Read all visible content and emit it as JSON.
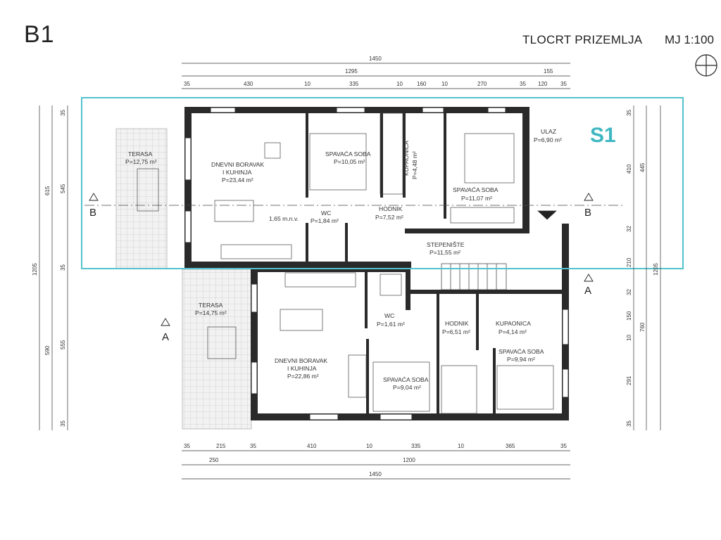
{
  "header": {
    "block_label": "B1",
    "title": "TLOCRT PRIZEMLJA",
    "scale": "MJ 1:100"
  },
  "highlight": {
    "label": "S1",
    "color": "#3fb7c2"
  },
  "rooms": {
    "terasa_top": {
      "name": "TERASA",
      "area": "P=12,75 m²"
    },
    "dnevni_top": {
      "name": "DNEVNI BORAVAK",
      "name2": "I KUHINJA",
      "area": "P=23,44 m²"
    },
    "spavaca_1": {
      "name": "SPAVAĆA SOBA",
      "area": "P=10,05 m²"
    },
    "kupaonica_top": {
      "name": "KUPAONICA",
      "area": "P=4,48 m²"
    },
    "spavaca_2": {
      "name": "SPAVAĆA SOBA",
      "area": "P=11,07 m²"
    },
    "ulaz": {
      "name": "ULAZ",
      "area": "P=6,90 m²"
    },
    "wc_top": {
      "name": "WC",
      "area": "P=1,84 m²"
    },
    "hodnik_top": {
      "name": "HODNIK",
      "area": "P=7,52 m²"
    },
    "level": {
      "text": "1,65 m.n.v."
    },
    "stepeniste": {
      "name": "STEPENIŠTE",
      "area": "P=11,55 m²"
    },
    "terasa_bot": {
      "name": "TERASA",
      "area": "P=14,75 m²"
    },
    "wc_bot": {
      "name": "WC",
      "area": "P=1,61 m²"
    },
    "hodnik_bot": {
      "name": "HODNIK",
      "area": "P=6,51 m²"
    },
    "kupaonica_bot": {
      "name": "KUPAONICA",
      "area": "P=4,14 m²"
    },
    "spavaca_3": {
      "name": "SPAVAĆA SOBA",
      "area": "P=9,94 m²"
    },
    "dnevni_bot": {
      "name": "DNEVNI BORAVAK",
      "name2": "I KUHINJA",
      "area": "P=22,86 m²"
    },
    "spavaca_4": {
      "name": "SPAVAĆA SOBA",
      "area": "P=9,04 m²"
    }
  },
  "sections": {
    "a": "A",
    "b": "B"
  },
  "dimensions": {
    "top_total": "1450",
    "top_row2": [
      "1295",
      "155"
    ],
    "top_row3": [
      "35",
      "430",
      "10",
      "335",
      "10",
      "160",
      "10",
      "270",
      "35",
      "120",
      "35"
    ],
    "bottom_row1": [
      "35",
      "215",
      "35",
      "410",
      "10",
      "335",
      "10",
      "365",
      "35"
    ],
    "bottom_row2": [
      "250",
      "1200"
    ],
    "bottom_total": "1450",
    "left_outer": "1205",
    "left_mid": [
      "615",
      "590"
    ],
    "left_inner": [
      "35",
      "545",
      "35",
      "555",
      "35"
    ],
    "right_outer": "1205",
    "right_mid": [
      "445",
      "760"
    ],
    "right_inner": [
      "35",
      "410",
      "32",
      "210",
      "32",
      "150",
      "10",
      "291",
      "35"
    ]
  }
}
